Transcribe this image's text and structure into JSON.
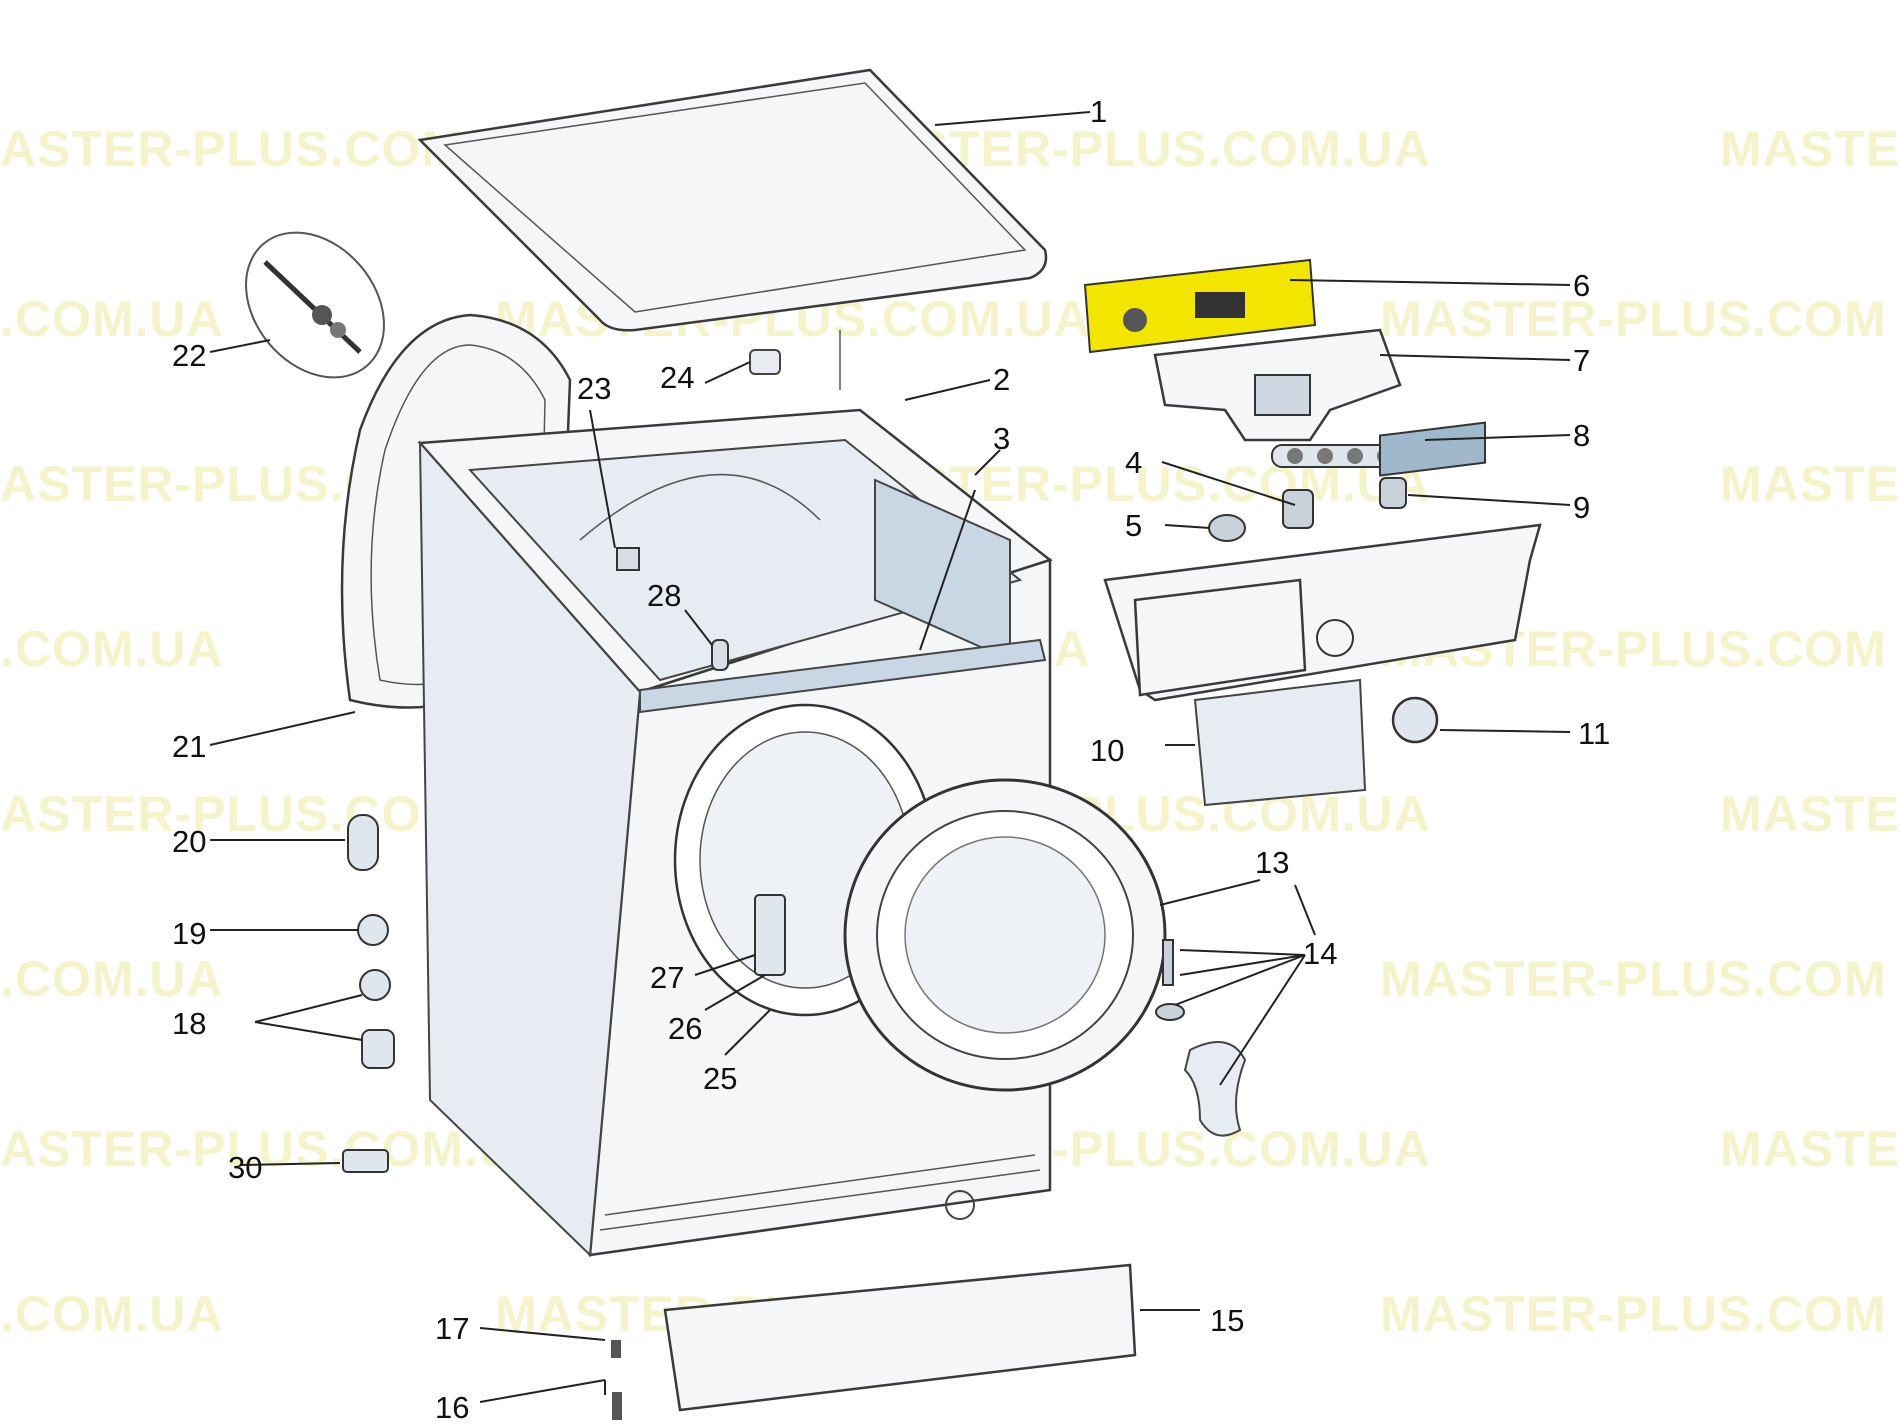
{
  "watermark": {
    "text_full": "MASTER-PLUS.COM.UA",
    "text_left_row": "ASTER-PLUS.COM.UA",
    "text_domain": ".COM.UA",
    "text_right_cut": "MASTE",
    "text_right_com": "MASTER-PLUS.COM"
  },
  "callouts": {
    "c1": "1",
    "c2": "2",
    "c3": "3",
    "c4": "4",
    "c5": "5",
    "c6": "6",
    "c7": "7",
    "c8": "8",
    "c9": "9",
    "c10": "10",
    "c11": "11",
    "c13": "13",
    "c14": "14",
    "c15": "15",
    "c16": "16",
    "c17": "17",
    "c18": "18",
    "c19": "19",
    "c20": "20",
    "c21": "21",
    "c22": "22",
    "c23": "23",
    "c24": "24",
    "c25": "25",
    "c26": "26",
    "c27": "27",
    "c28": "28",
    "c30": "30"
  },
  "colors": {
    "highlight": "#f2e600",
    "watermark": "#f4f2c2",
    "line": "#222222",
    "panel_blue": "#9fb8cc"
  }
}
